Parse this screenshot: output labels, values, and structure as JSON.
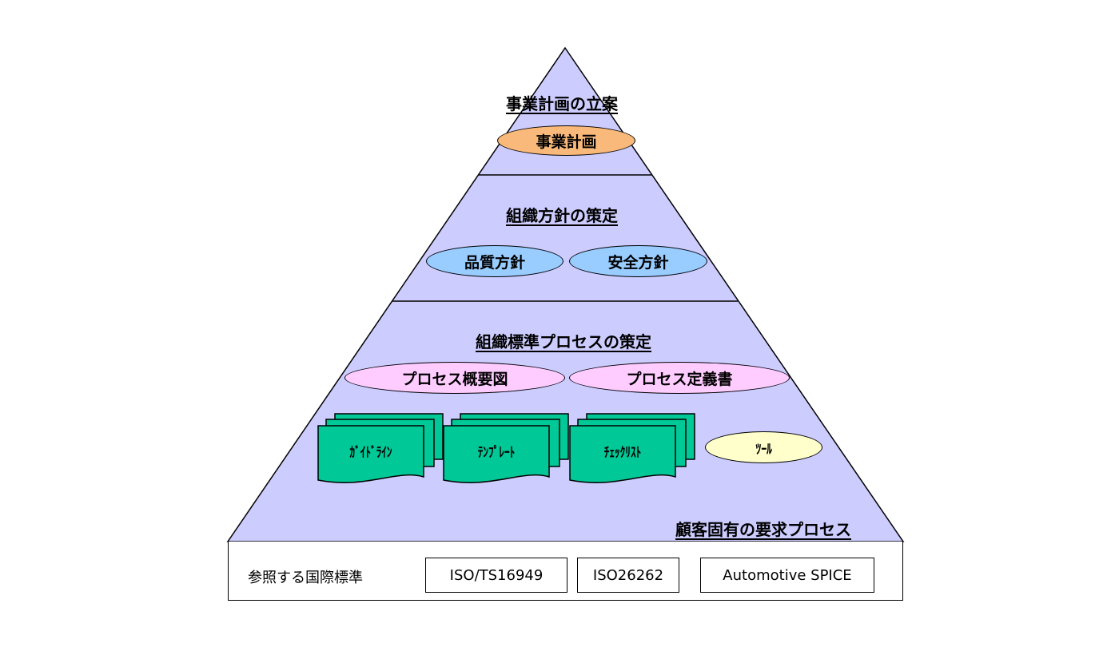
{
  "colors": {
    "pyramid_fill": "#ccccff",
    "business_plan_fill": "#f9b97a",
    "policy_fill": "#99ccff",
    "process_doc_fill": "#ffccff",
    "asset_fill": "#00c896",
    "tool_fill": "#ffffcc",
    "outline": "#000000"
  },
  "tier1": {
    "title": "事業計画の立案",
    "items": [
      "事業計画"
    ]
  },
  "tier2": {
    "title": "組織方針の策定",
    "items": [
      "品質方針",
      "安全方針"
    ]
  },
  "tier3": {
    "title": "組織標準プロセスの策定",
    "process_docs": [
      "プロセス概要図",
      "プロセス定義書"
    ],
    "assets": [
      "ｶﾞｲﾄﾞﾗｲﾝ",
      "ﾃﾝﾌﾟﾚｰﾄ",
      "ﾁｪｯｸﾘｽﾄ"
    ],
    "tool": "ﾂｰﾙ",
    "customer_label": "顧客固有の要求プロセス"
  },
  "standards": {
    "label": "参照する国際標準",
    "items": [
      "ISO/TS16949",
      "ISO26262",
      "Automotive SPICE"
    ]
  }
}
